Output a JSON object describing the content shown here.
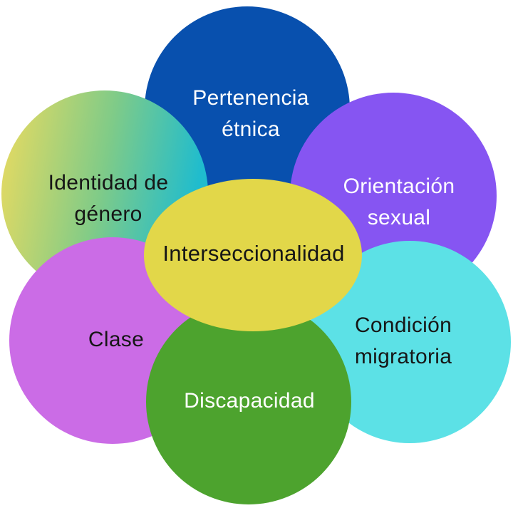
{
  "diagram": {
    "type": "venn-flower",
    "background": "#FFFFFF",
    "center": {
      "id": "interseccionalidad",
      "label": "Interseccionalidad",
      "color": "#E2D749",
      "text_color": "#161616"
    },
    "factors": [
      {
        "id": "pertenencia-etnica",
        "label": "Pertenencia étnica",
        "color": "#0850AE",
        "text_color": "#FFFFFF",
        "position": "top"
      },
      {
        "id": "identidad-de-genero",
        "label": "Identidad de género",
        "gradient": {
          "angle": "100deg",
          "stops": [
            "#ECDB5F 0%",
            "#7FCB88 48%",
            "#1FBCCE 88%"
          ]
        },
        "text_color": "#161616",
        "position": "top-left"
      },
      {
        "id": "orientacion-sexual",
        "label": "Orientación sexual",
        "color": "#8655F2",
        "text_color": "#FFFFFF",
        "position": "top-right"
      },
      {
        "id": "clase",
        "label": "Clase",
        "color": "#CB6CE6",
        "text_color": "#161616",
        "position": "bottom-left"
      },
      {
        "id": "condicion-migratoria",
        "label": "Condición migratoria",
        "color": "#5CE1E6",
        "text_color": "#161616",
        "position": "bottom-right"
      },
      {
        "id": "discapacidad",
        "label": "Discapacidad",
        "color": "#4DA32E",
        "text_color": "#FFFFFF",
        "position": "bottom"
      }
    ]
  }
}
